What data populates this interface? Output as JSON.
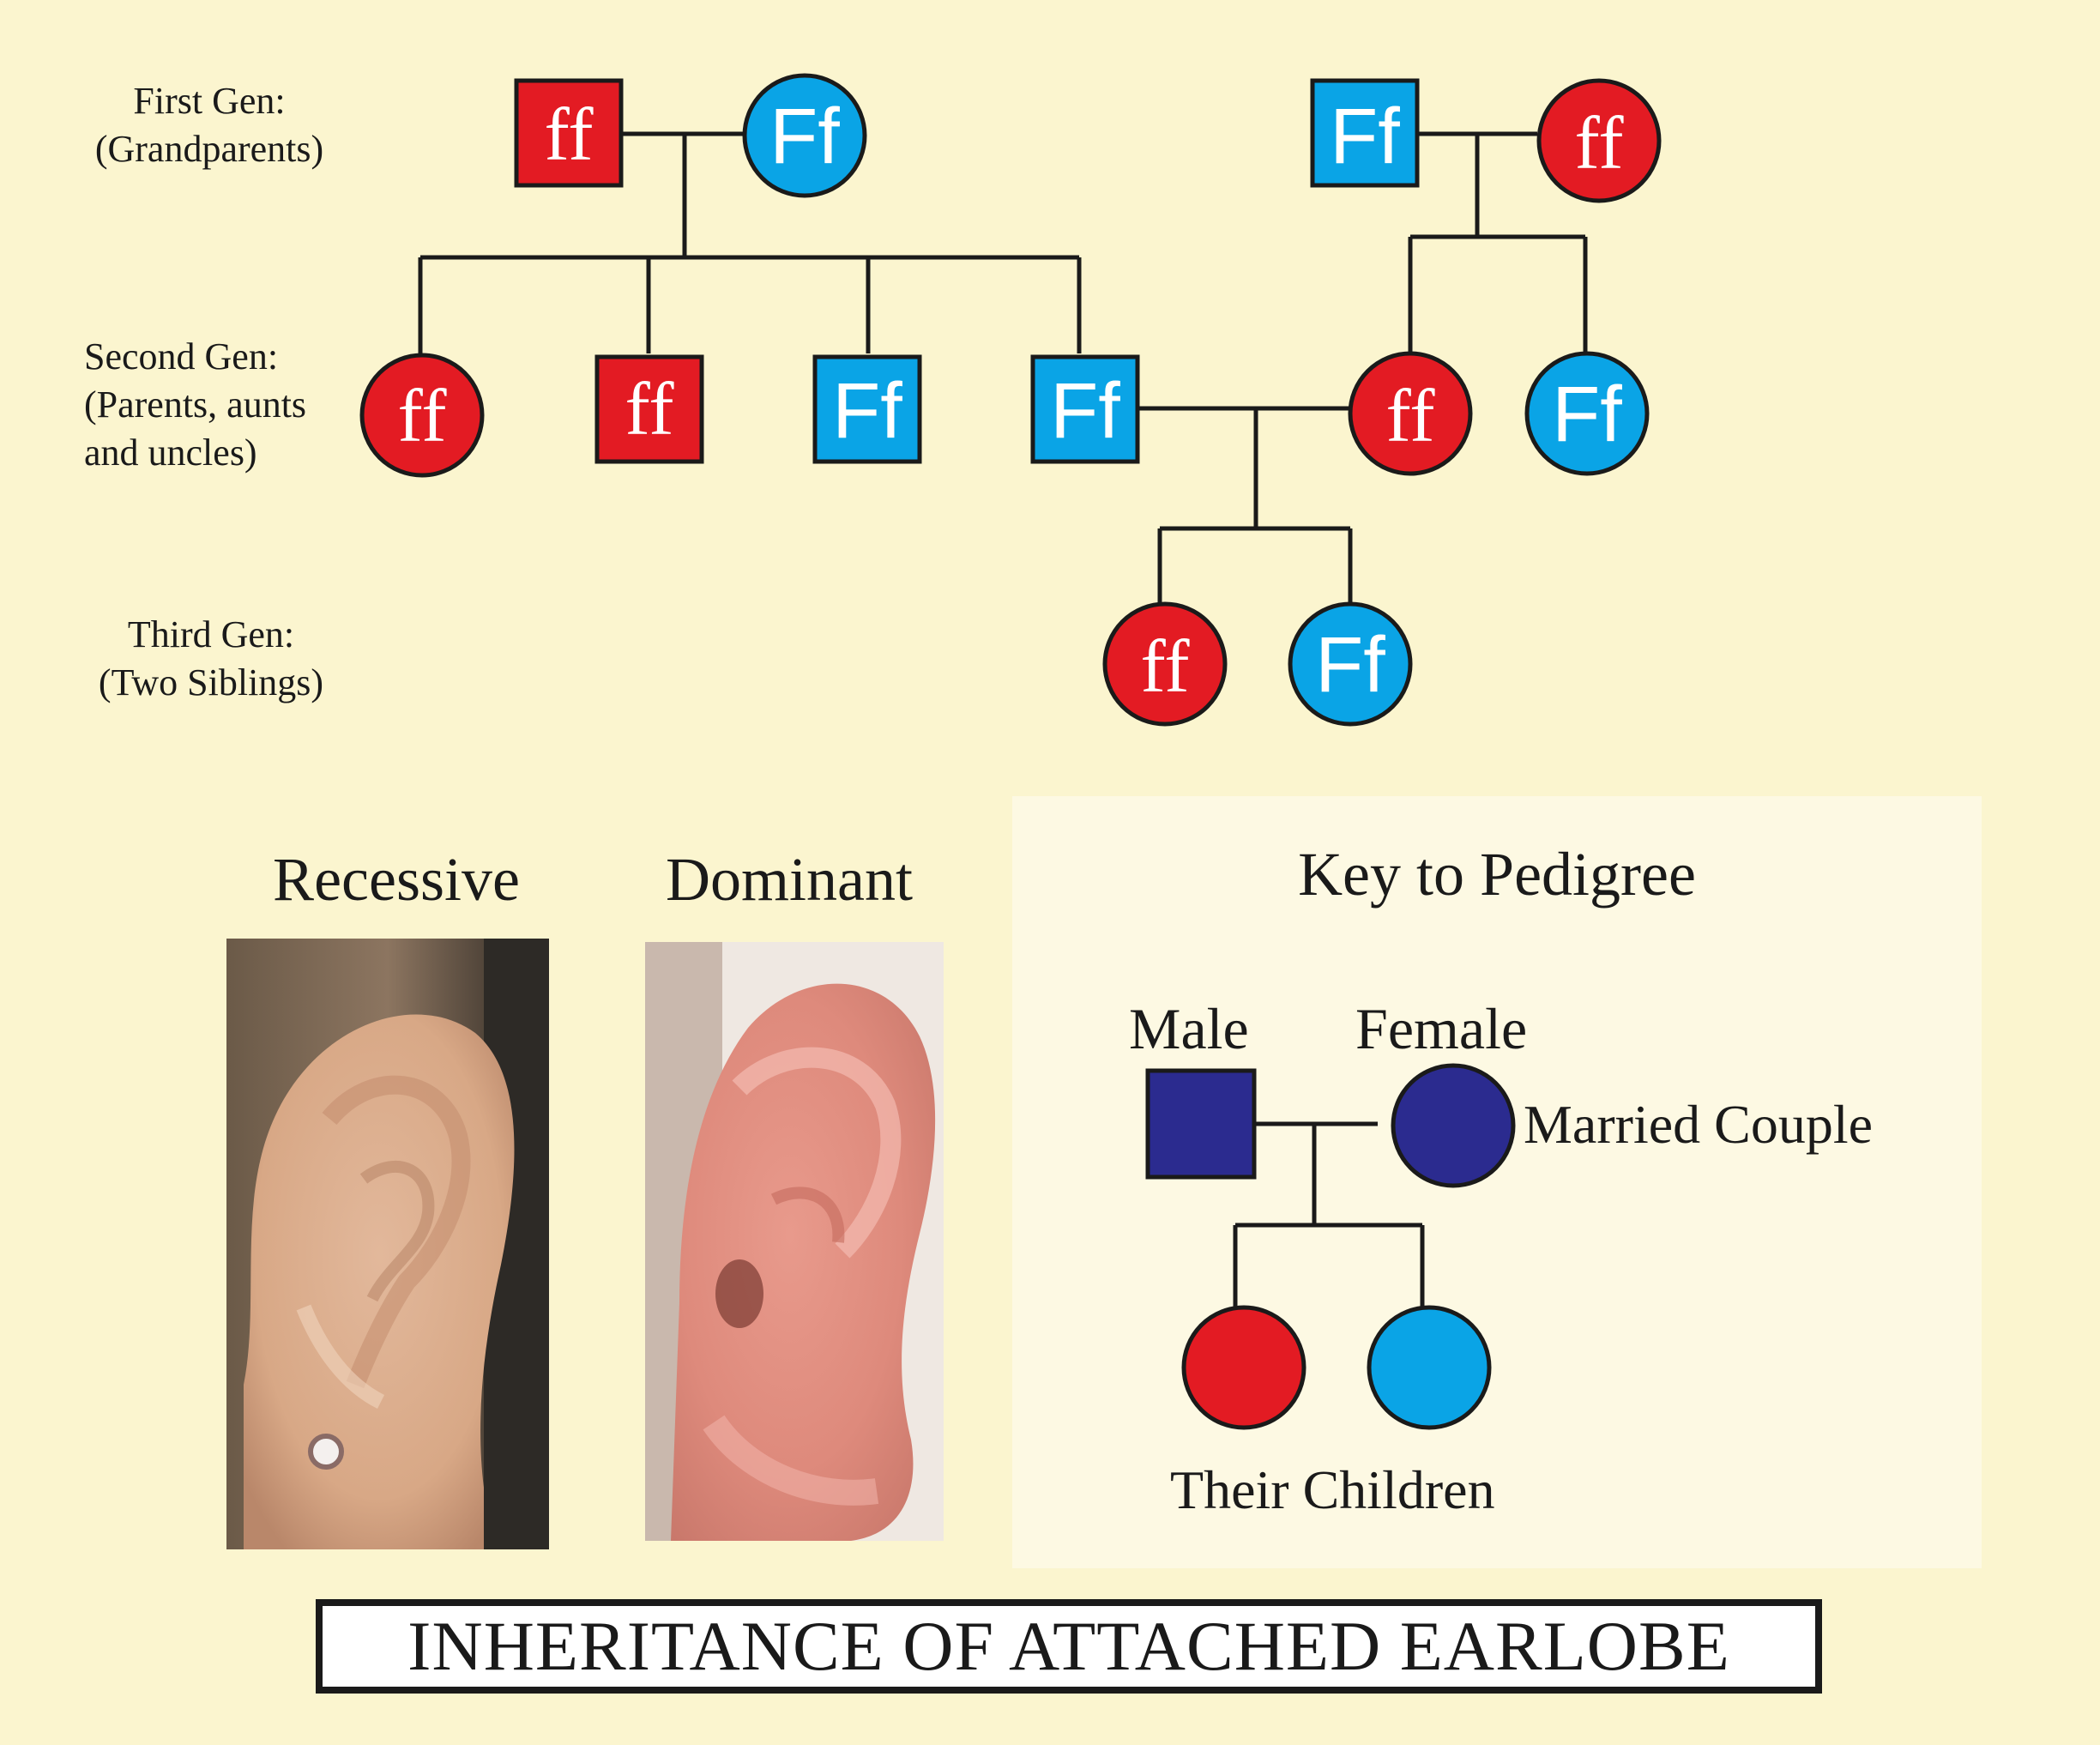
{
  "generations": {
    "first": {
      "line1": "First Gen:",
      "line2": "(Grandparents)"
    },
    "second": {
      "line1": "Second Gen:",
      "line2": "(Parents, aunts",
      "line3": "and uncles)"
    },
    "third": {
      "line1": "Third Gen:",
      "line2": "(Two Siblings)"
    }
  },
  "pedigree": {
    "gen1": [
      {
        "id": "g1-left-grandfather",
        "sex": "male",
        "genotype": "ff"
      },
      {
        "id": "g1-left-grandmother",
        "sex": "female",
        "genotype": "Ff"
      },
      {
        "id": "g1-right-grandfather",
        "sex": "male",
        "genotype": "Ff"
      },
      {
        "id": "g1-right-grandmother",
        "sex": "female",
        "genotype": "ff"
      }
    ],
    "gen2": [
      {
        "id": "g2-aunt",
        "sex": "female",
        "genotype": "ff"
      },
      {
        "id": "g2-uncle-1",
        "sex": "male",
        "genotype": "ff"
      },
      {
        "id": "g2-uncle-2",
        "sex": "male",
        "genotype": "Ff"
      },
      {
        "id": "g2-father",
        "sex": "male",
        "genotype": "Ff"
      },
      {
        "id": "g2-mother",
        "sex": "female",
        "genotype": "ff"
      },
      {
        "id": "g2-maternal-aunt",
        "sex": "female",
        "genotype": "Ff"
      }
    ],
    "gen3": [
      {
        "id": "g3-sibling-1",
        "sex": "female",
        "genotype": "ff"
      },
      {
        "id": "g3-sibling-2",
        "sex": "female",
        "genotype": "Ff"
      }
    ]
  },
  "colors": {
    "recessive": "#e31b23",
    "dominant": "#0aa4e6",
    "key_parent": "#2b2b8f",
    "line": "#1a1a1a",
    "background": "#fbf5cf"
  },
  "ears": {
    "recessive_title": "Recessive",
    "dominant_title": "Dominant"
  },
  "key": {
    "title": "Key to Pedigree",
    "male": "Male",
    "female": "Female",
    "married": "Married Couple",
    "children": "Their Children"
  },
  "banner": "INHERITANCE OF ATTACHED EARLOBE"
}
